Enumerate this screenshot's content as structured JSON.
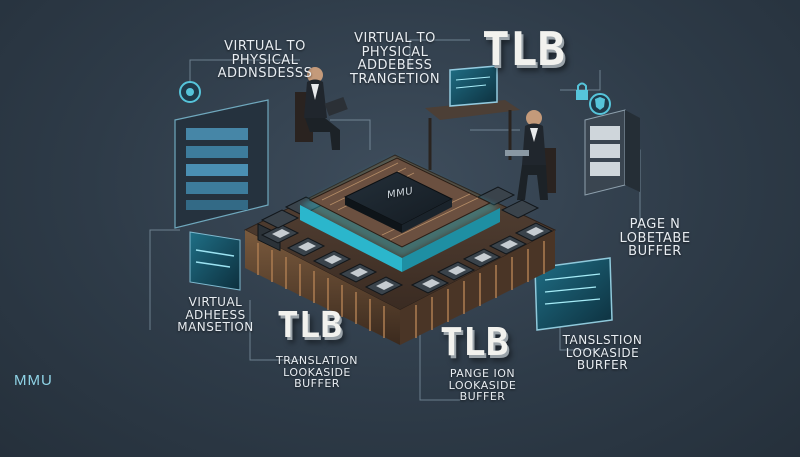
{
  "caption": "MMU",
  "chip_label": "MMU",
  "labels": {
    "top_left": "VIRTUAL TO PHYSICAL ADDNSDESSS",
    "top_center": "VIRTUAL TO PHYSICAL ADDEBESS TRANGETION",
    "top_right_big": "TLB",
    "right": "PAGE N LOBETABE BUFFER",
    "left": "VIRTUAL ADHEESS MANSETION",
    "bottom_left_big": "TLB",
    "bottom_left_sub": "TRANSLATION LOOKASIDE BUFFER",
    "bottom_center_big": "TLB",
    "bottom_center_sub": "PANGE ION LOOKASIDE BUFFER",
    "bottom_right": "TANSLSTION LOOKASIDE BURFER"
  },
  "colors": {
    "accent": "#3ad6e8",
    "background": "#2e3b48"
  }
}
